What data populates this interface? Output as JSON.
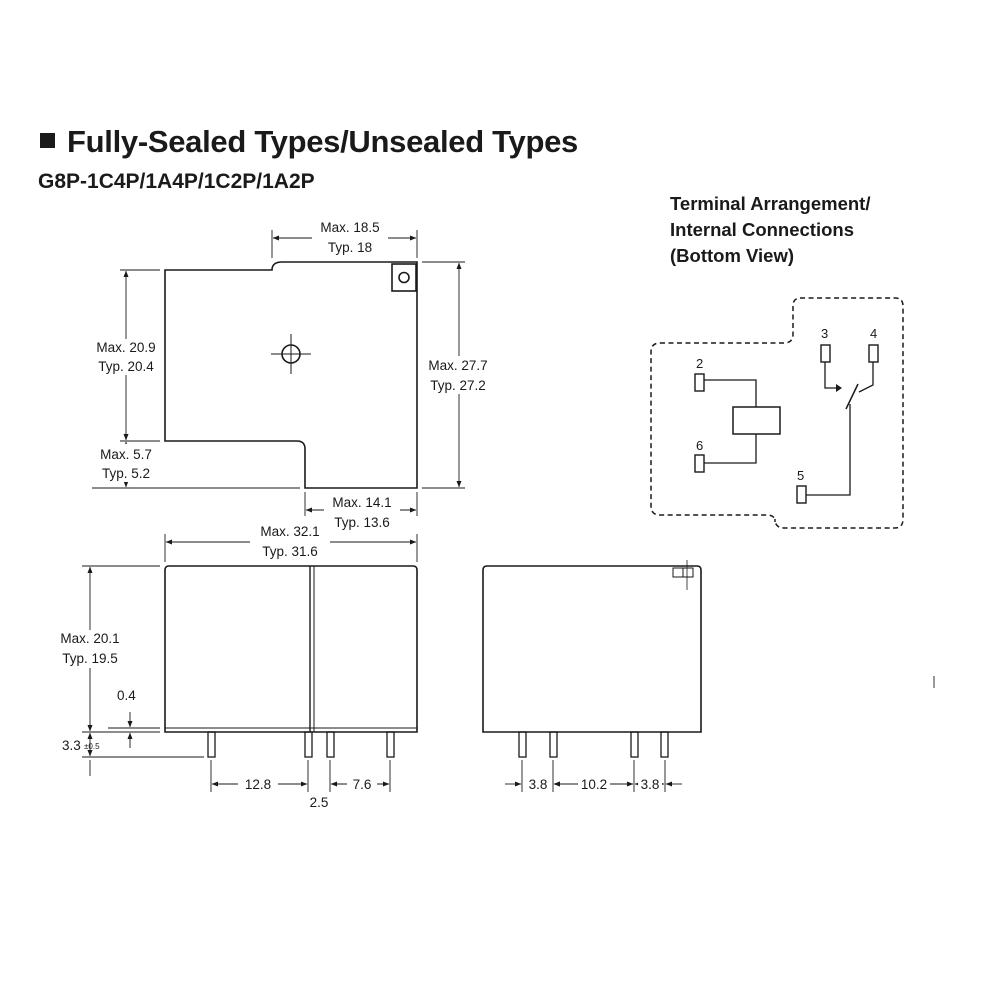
{
  "header": {
    "title": "Fully-Sealed Types/Unsealed Types",
    "model": "G8P-1C4P/1A4P/1C2P/1A2P"
  },
  "terminal": {
    "title_lines": [
      "Terminal Arrangement/",
      "Internal Connections",
      "(Bottom View)"
    ],
    "pins": [
      "2",
      "6",
      "3",
      "4",
      "5"
    ]
  },
  "top_view": {
    "top_width_max": "Max. 18.5",
    "top_width_typ": "Typ. 18",
    "left_height_max": "Max. 20.9",
    "left_height_typ": "Typ. 20.4",
    "step_max": "Max. 5.7",
    "step_typ": "Typ. 5.2",
    "right_height_max": "Max. 27.7",
    "right_height_typ": "Typ. 27.2",
    "tab_width_max": "Max. 14.1",
    "tab_width_typ": "Typ. 13.6"
  },
  "side_view": {
    "length_max": "Max. 32.1",
    "length_typ": "Typ. 31.6",
    "height_max": "Max. 20.1",
    "height_typ": "Typ. 19.5",
    "standoff": "0.4",
    "pin_length": "3.3",
    "pin_tolerance": "±0.5",
    "pitch_a": "12.8",
    "pitch_b": "2.5",
    "pitch_c": "7.6"
  },
  "end_view": {
    "pitch_a": "3.8",
    "pitch_b": "10.2",
    "pitch_c": "3.8"
  }
}
